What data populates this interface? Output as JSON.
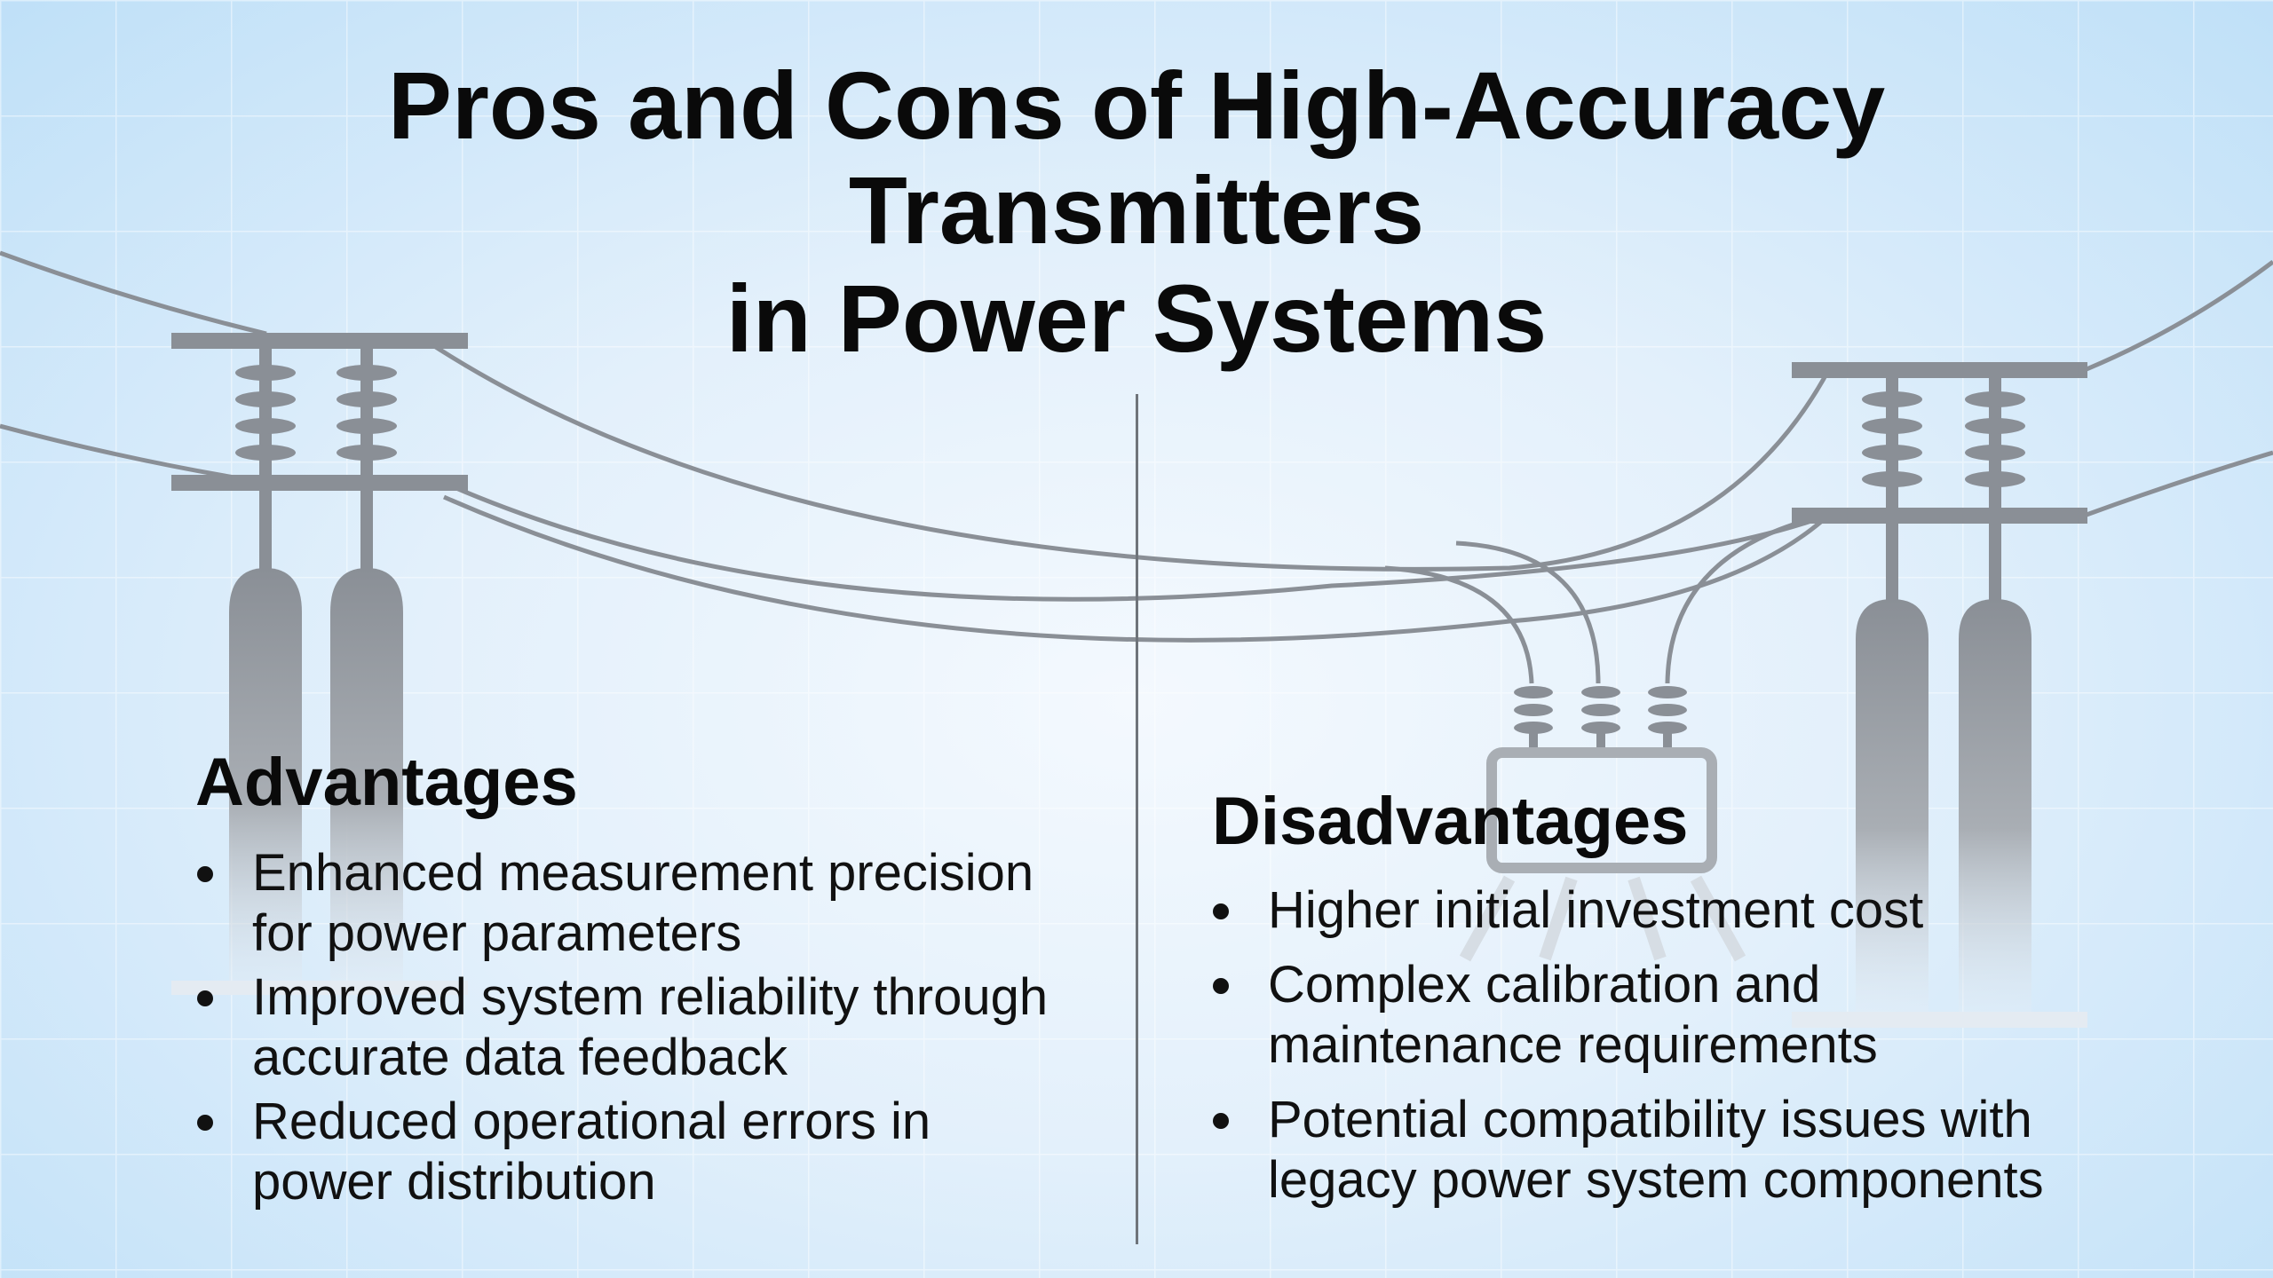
{
  "title": {
    "line1": "Pros and Cons of High-Accuracy",
    "line2": "Transmitters",
    "line3": "in Power Systems"
  },
  "advantages": {
    "heading": "Advantages",
    "items": [
      {
        "line1": "Enhanced measurement precision",
        "line2": "for power parameters"
      },
      {
        "line1": "Improved system reliability through",
        "line2": "accurate data feedback"
      },
      {
        "line1": "Reduced operational errors in",
        "line2": "power distribution"
      }
    ]
  },
  "disadvantages": {
    "heading": "Disadvantages",
    "items": [
      {
        "line1": "Higher initial investment cost",
        "line2": ""
      },
      {
        "line1": "Complex calibration and",
        "line2": "maintenance requirements"
      },
      {
        "line1": "Potential compatibility issues with",
        "line2": "legacy power system components"
      }
    ]
  },
  "colors": {
    "text": "#0a0a0a",
    "illustration": "#8a8f96",
    "background": "#dcecf9"
  }
}
